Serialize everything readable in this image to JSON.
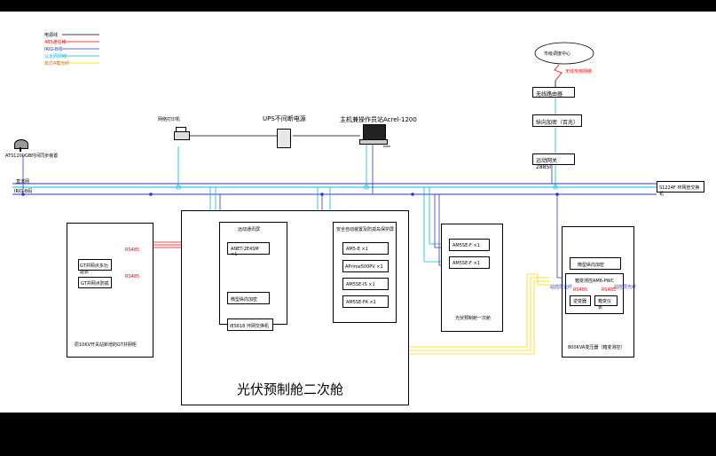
{
  "legend": {
    "items": [
      {
        "label": "电源线",
        "color": "#000000"
      },
      {
        "label": "485通信线",
        "color": "#ff0000"
      },
      {
        "label": "IRIG-B线",
        "color": "#3333cc"
      },
      {
        "label": "以太网网线",
        "color": "#00bcd4"
      },
      {
        "label": "单芯4模光纤",
        "color": "#ffd700"
      }
    ]
  },
  "top_right": {
    "cloud_label": "市级调度中心",
    "wireless_label": "无线专用网络",
    "router": "无线路由器",
    "crypto": "纵向加密（百兆）",
    "gateway": "远动网关2885I"
  },
  "printer_label": "网络打印机",
  "ups_label": "UPS不间断电源",
  "host_label": "主机兼操作员站Acrel-1200",
  "gps_label": "ATS1200GB时间同步装置",
  "bus": {
    "line1": "直流网",
    "line2": "IRIG-B码",
    "switch": "S1224F 环网管交换机"
  },
  "left_panel": {
    "item1": "GT并网点多功能表",
    "item2": "GT并网点防孤",
    "rs485_a": "RS485",
    "rs485_b": "RS485",
    "caption": "原10KV开关站新增的GT并网柜"
  },
  "main_panel": {
    "title": "光伏预制舱二次舱",
    "comm_cab": {
      "title": "远动通讯屏",
      "item1": "ANET-2E4SM ×1",
      "item2": "微型纵向加密",
      "item3": "IES618 环网交换机"
    },
    "auto_cab": {
      "title": "安全自动装置及防孤岛保护屏",
      "items": [
        "AM5-E ×1",
        "APrime500PV ×1",
        "AM5SE-IS ×1",
        "AM5SE-FA ×1"
      ]
    }
  },
  "pv_panel": {
    "items": [
      "AM5SE-F ×1",
      "AM5SE-F ×1"
    ],
    "caption": "光伏预制舱一次舱"
  },
  "transformer": {
    "crypto": "微型纵向加密",
    "main": "箱变测控AM6-PWC",
    "sub1": "逆变器",
    "sub2": "箱变仪表",
    "rs485_a": "RS485",
    "rs485_b": "RS485",
    "fiber_a": "站控层光纤",
    "fiber_b": "站控层光纤",
    "caption": "800KVA变压器（箱变测控）"
  }
}
